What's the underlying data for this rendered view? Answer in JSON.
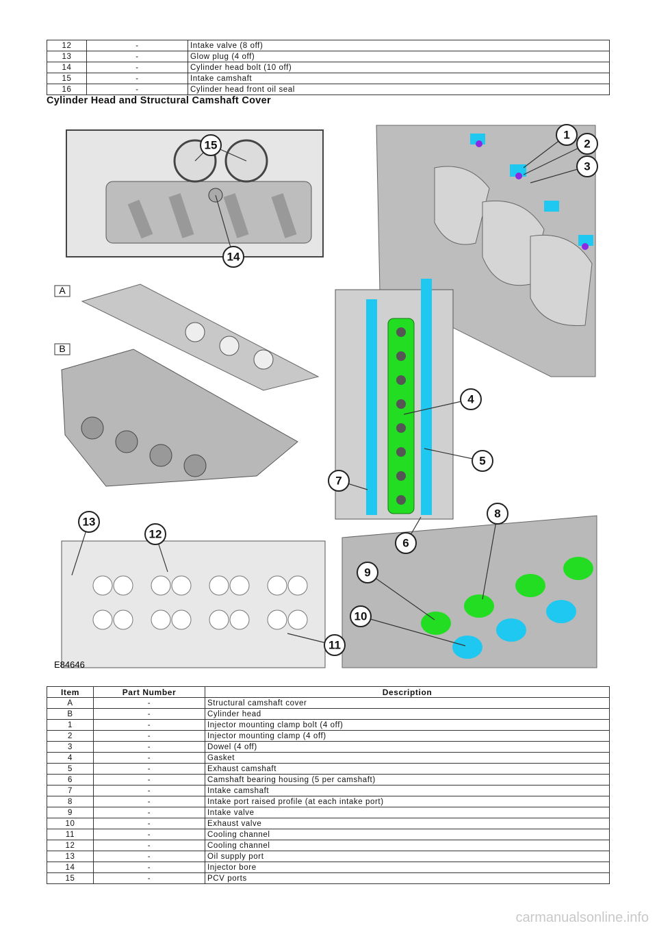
{
  "top_table": {
    "rows": [
      {
        "item": "12",
        "part": "-",
        "desc": "Intake valve (8 off)"
      },
      {
        "item": "13",
        "part": "-",
        "desc": "Glow plug (4 off)"
      },
      {
        "item": "14",
        "part": "-",
        "desc": "Cylinder head bolt (10 off)"
      },
      {
        "item": "15",
        "part": "-",
        "desc": "Intake camshaft"
      },
      {
        "item": "16",
        "part": "-",
        "desc": "Cylinder head front oil seal"
      }
    ]
  },
  "section_title": "Cylinder Head and Structural Camshaft Cover",
  "figure": {
    "id_label": "E84646",
    "view_labels": [
      "A",
      "B"
    ],
    "callouts": [
      "1",
      "2",
      "3",
      "4",
      "5",
      "6",
      "7",
      "8",
      "9",
      "10",
      "11",
      "12",
      "13",
      "14",
      "15"
    ]
  },
  "bottom_table": {
    "headers": {
      "item": "Item",
      "part": "Part Number",
      "desc": "Description"
    },
    "rows": [
      {
        "item": "A",
        "part": "-",
        "desc": "Structural camshaft cover"
      },
      {
        "item": "B",
        "part": "-",
        "desc": "Cylinder head"
      },
      {
        "item": "1",
        "part": "-",
        "desc": "Injector mounting clamp bolt (4 off)"
      },
      {
        "item": "2",
        "part": "-",
        "desc": "Injector mounting clamp (4 off)"
      },
      {
        "item": "3",
        "part": "-",
        "desc": "Dowel (4 off)"
      },
      {
        "item": "4",
        "part": "-",
        "desc": "Gasket"
      },
      {
        "item": "5",
        "part": "-",
        "desc": "Exhaust camshaft"
      },
      {
        "item": "6",
        "part": "-",
        "desc": "Camshaft bearing housing (5 per camshaft)"
      },
      {
        "item": "7",
        "part": "-",
        "desc": "Intake camshaft"
      },
      {
        "item": "8",
        "part": "-",
        "desc": "Intake port raised profile (at each intake port)"
      },
      {
        "item": "9",
        "part": "-",
        "desc": "Intake valve"
      },
      {
        "item": "10",
        "part": "-",
        "desc": "Exhaust valve"
      },
      {
        "item": "11",
        "part": "-",
        "desc": "Cooling channel"
      },
      {
        "item": "12",
        "part": "-",
        "desc": "Cooling channel"
      },
      {
        "item": "13",
        "part": "-",
        "desc": "Oil supply port"
      },
      {
        "item": "14",
        "part": "-",
        "desc": "Injector bore"
      },
      {
        "item": "15",
        "part": "-",
        "desc": "PCV ports"
      }
    ]
  },
  "watermark": "carmanualsonline.info",
  "colors": {
    "highlight_blue": "#1ec8f0",
    "highlight_green": "#22dd22",
    "highlight_purple": "#8a2be2",
    "metal": "#c9c9c9"
  }
}
